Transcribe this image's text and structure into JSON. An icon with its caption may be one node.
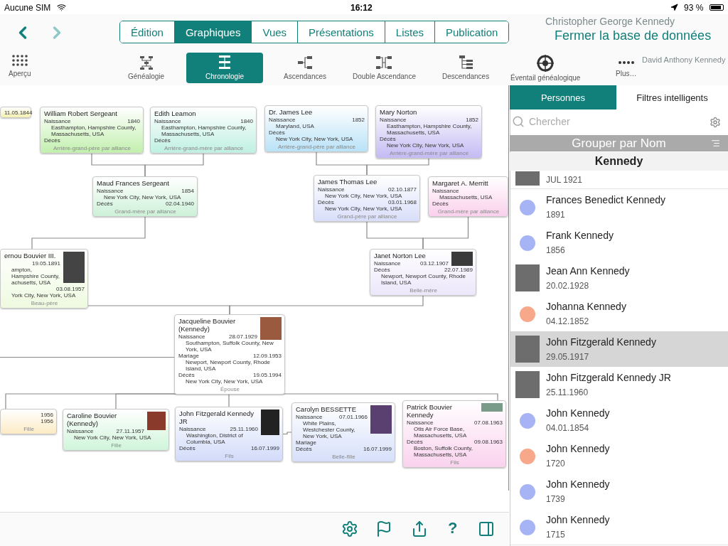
{
  "diagram": {
    "nodes": [
      {
        "text": [
          "11.05.1844"
        ]
      },
      {
        "text": [
          "William Robert Sergeant",
          "Naissance",
          "1840",
          "Easthampton, Hampshire County, Massachusetts, USA",
          "Décès",
          "Arrière-grand-père par alliance"
        ]
      },
      {
        "text": [
          "Edith Leamon",
          "Naissance",
          "1840",
          "Easthampton, Hampshire County, Massachusetts, USA",
          "Décès",
          "Arrière-grand-mère par alliance"
        ]
      },
      {
        "text": [
          "Dr. James Lee",
          "Naissance",
          "1852",
          "Maryland, USA",
          "Décès",
          "New York City, New York, USA",
          "Arrière-grand-père par alliance"
        ]
      },
      {
        "text": [
          "Mary Norton",
          "Naissance",
          "1852",
          "Easthampton, Hampshire County, Massachusetts, USA",
          "Décès",
          "New York City, New York, USA",
          "Arrière-grand-mère par alliance"
        ]
      },
      {
        "text": [
          "Maud Frances Sergeant",
          "Naissance",
          "1854",
          "New York City, New York, USA",
          "Décès",
          "02.04.1940",
          "Grand-mère par alliance"
        ]
      },
      {
        "text": [
          "James Thomas Lee",
          "Naissance",
          "02.10.1877",
          "New York City, New York, USA",
          "Décès",
          "03.01.1968",
          "New York City, New York, USA",
          "Grand-père par alliance"
        ]
      },
      {
        "text": [
          "Margaret A. Merritt",
          "Naissance",
          "Massachusetts, USA",
          "Décès",
          "Grand-mère par alliance"
        ]
      },
      {
        "text": [
          "ernou Bouvier III.",
          "19.05.1891",
          "ampton, Hampshire County, achusetts, USA",
          "03.08.1957",
          "York City, New York, USA",
          "Beau-père"
        ]
      },
      {
        "text": [
          "Janet Norton Lee",
          "Naissance",
          "03.12.1907",
          "Décès",
          "22.07.1989",
          "Newport, Newport County, Rhode Island, USA",
          "Belle-mère"
        ]
      },
      {
        "text": [
          "Jacqueline Bouvier (Kennedy)",
          "Naissance",
          "28.07.1929",
          "Southampton, Suffolk County, New York, USA",
          "Mariage",
          "12.09.1953",
          "Newport, Newport County, Rhode Island, USA",
          "Décès",
          "19.05.1994",
          "New York City, New York, USA",
          "Épouse"
        ]
      },
      {
        "text": [
          "1956",
          "1956",
          "Fille"
        ]
      },
      {
        "text": [
          "Caroline Bouvier (Kennedy)",
          "Naissance",
          "27.11.1957",
          "New York City, New York, USA",
          "Fille"
        ]
      },
      {
        "text": [
          "John Fitzgerald Kennedy JR",
          "Naissance",
          "25.11.1960",
          "Washington, District of Columbia, USA",
          "Décès",
          "16.07.1999",
          "Fils"
        ]
      },
      {
        "text": [
          "Carolyn BESSETTE",
          "Naissance",
          "07.01.1966",
          "White Plains, Westchester County, New York, USA",
          "Mariage",
          "Décès",
          "16.07.1999",
          "Belle-fille"
        ]
      },
      {
        "text": [
          "Patrick Bouvier Kennedy",
          "Naissance",
          "07.08.1963",
          "Otis Air Force Base, Massachusetts, USA",
          "Décès",
          "09.08.1963",
          "Boston, Suffolk County, Massachusetts, USA",
          "Fils"
        ]
      }
    ],
    "edges": [
      {
        "from": 1,
        "to": 5,
        "arrow": "none"
      },
      {
        "from": 2,
        "to": 5,
        "arrow": "none"
      },
      {
        "from": 3,
        "to": 6,
        "arrow": "none"
      },
      {
        "from": 4,
        "to": 6,
        "arrow": "none"
      },
      {
        "from": 5,
        "to": 8,
        "arrow": "none"
      },
      {
        "from": 6,
        "to": 9,
        "arrow": "none"
      },
      {
        "from": 7,
        "to": 9,
        "arrow": "none"
      },
      {
        "from": 8,
        "to": 10,
        "arrow": "none"
      },
      {
        "from": 9,
        "to": 10,
        "arrow": "none"
      },
      {
        "from": null,
        "to": 10,
        "arrow": "none"
      },
      {
        "from": 10,
        "to": 11,
        "arrow": "none"
      },
      {
        "from": 10,
        "to": 12,
        "arrow": "none"
      },
      {
        "from": 10,
        "to": 13,
        "arrow": "none"
      },
      {
        "from": 10,
        "to": 15,
        "arrow": "none"
      },
      {
        "from": 13,
        "to": 14,
        "arrow": "none"
      }
    ],
    "labels": [
      "Aucune SIM",
      "16:12",
      "93 %",
      "Édition",
      "Graphiques",
      "Vues",
      "Présentations",
      "Listes",
      "Publication",
      "Christopher George Kennedy",
      "Fermer la base de données",
      "Aperçu",
      "Généalogie",
      "Chronologie",
      "Ascendances",
      "Double Ascendance",
      "Descendances",
      "Éventail généalogique",
      "Plus…",
      "David Anthony Kennedy",
      "Personnes",
      "Filtres intelligents",
      "Chercher",
      "Grouper par Nom",
      "Kennedy",
      "JUL 1921",
      "Frances Benedict Kennedy",
      "1891",
      "Frank Kennedy",
      "1856",
      "Jean Ann Kennedy",
      "20.02.1928",
      "Johanna Kennedy",
      "04.12.1852",
      "John Fitzgerald Kennedy",
      "29.05.1917",
      "John Fitzgerald Kennedy JR",
      "25.11.1960",
      "John Kennedy",
      "04.01.1854",
      "John Kennedy",
      "1720",
      "John Kennedy",
      "1739",
      "John Kennedy",
      "1715",
      "?"
    ]
  }
}
